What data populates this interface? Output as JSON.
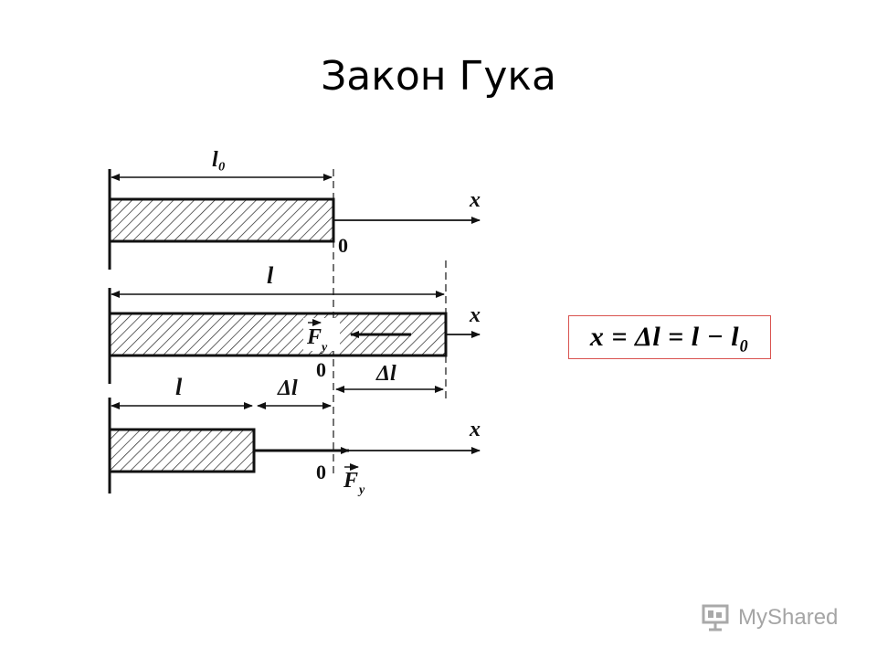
{
  "slide": {
    "title": "Закон Гука"
  },
  "diagram": {
    "labels": {
      "l0": "l₀",
      "l": "l",
      "x": "x",
      "zero": "0",
      "delta_l": "Δl",
      "force": "F",
      "force_sub": "у"
    }
  },
  "formula": {
    "text": "x = Δl = l − l₀"
  },
  "watermark": {
    "text": "MyShared"
  }
}
